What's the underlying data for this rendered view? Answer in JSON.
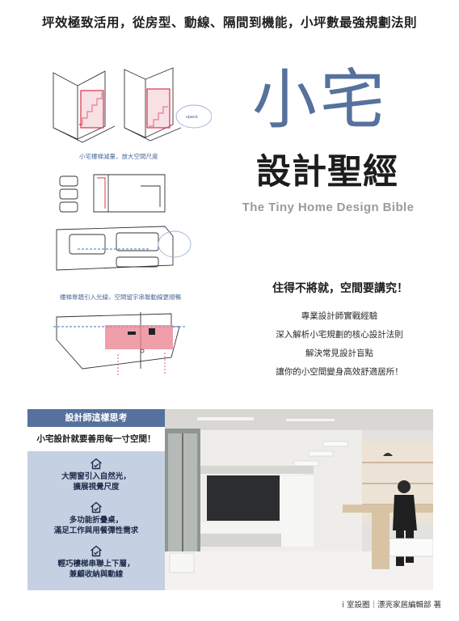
{
  "cover": {
    "top_slogan": "坪效極致活用，從房型、動線、隔間到機能，小坪數最強規劃法則",
    "title_main": "小宅",
    "title_sub": "設計聖經",
    "title_en": "The Tiny Home Design Bible",
    "tagline": "住得不將就，空間要講究！",
    "features": [
      "專業設計師實戰經驗",
      "深入解析小宅規劃的核心設計法則",
      "解決常見設計盲點",
      "讓你的小空間變身高效舒適居所！"
    ],
    "publisher": "i 室設圈｜漂亮家居編輯部 著"
  },
  "sketches": {
    "caption_1": "小宅樓梯減量，放大空間尺度",
    "caption_2": "樓梯靠牆引入光線，空間留宇串聯動線更順暢"
  },
  "panel": {
    "header": "設計師這樣思考",
    "title": "小宅設計就要善用每一寸空間！",
    "items": [
      {
        "icon": "house-check-icon",
        "line1": "大開窗引入自然光，",
        "line2": "擴展視覺尺度"
      },
      {
        "icon": "house-check-icon",
        "line1": "多功能折疊桌，",
        "line2": "滿足工作與用餐彈性需求"
      },
      {
        "icon": "house-check-icon",
        "line1": "輕巧樓梯串聯上下層，",
        "line2": "兼顧收納與動線"
      }
    ]
  },
  "colors": {
    "accent_blue": "#56719d",
    "panel_bg": "#c5d1e2",
    "sketch_red": "#d9334a"
  }
}
